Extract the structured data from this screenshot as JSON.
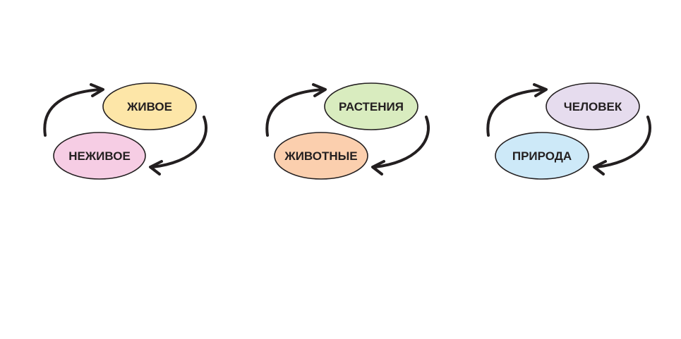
{
  "cycles": [
    {
      "top": {
        "label": "ЖИВОЕ",
        "color": "#fde6a8"
      },
      "bottom": {
        "label": "НЕЖИВОЕ",
        "color": "#f6cde4"
      }
    },
    {
      "top": {
        "label": "РАСТЕНИЯ",
        "color": "#d9ecbf"
      },
      "bottom": {
        "label": "ЖИВОТНЫЕ",
        "color": "#fbcfae"
      }
    },
    {
      "top": {
        "label": "ЧЕЛОВЕК",
        "color": "#e6dcee"
      },
      "bottom": {
        "label": "ПРИРОДА",
        "color": "#cde9f8"
      }
    }
  ],
  "stroke_color": "#231f20"
}
